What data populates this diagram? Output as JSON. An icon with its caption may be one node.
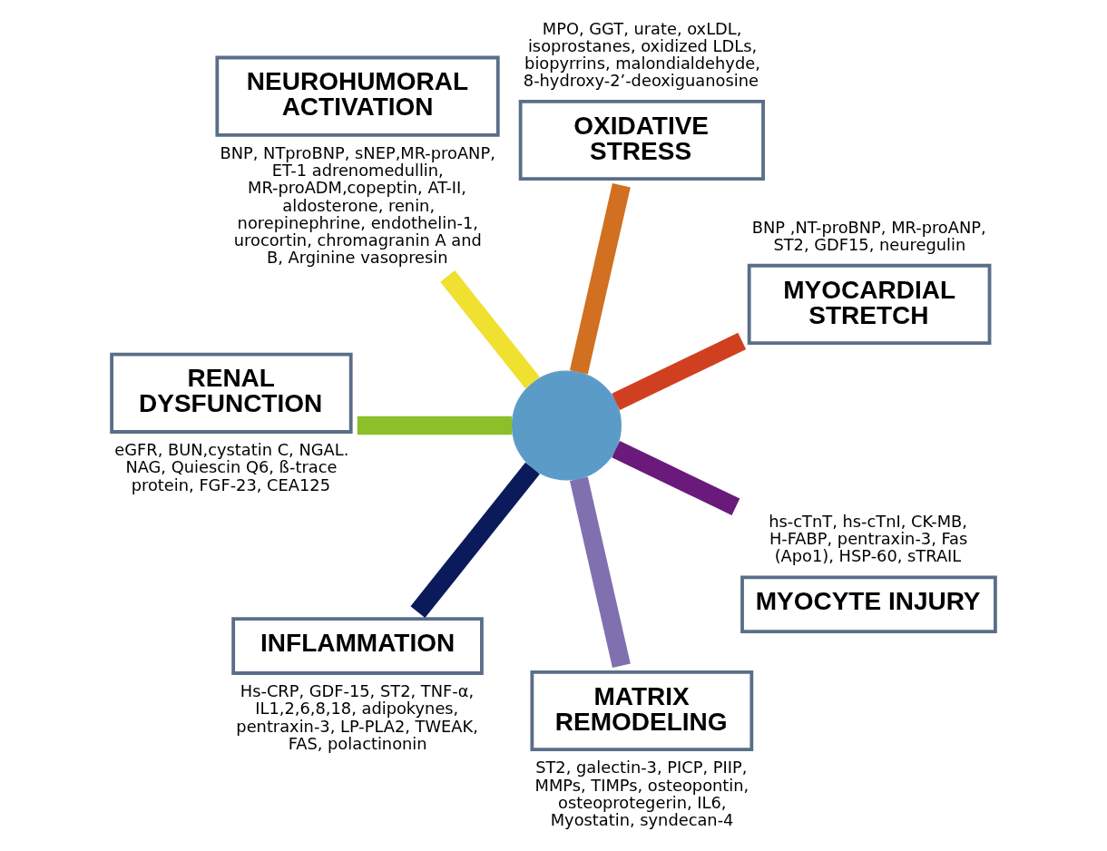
{
  "diagram": {
    "nodes": [
      {
        "text": [
          "MYOCARDIAL STRETCH"
        ],
        "beside": [
          "BNP ,NT-proBNP, MR-proANP, ST2, GDF15, neuregulin"
        ]
      },
      {
        "text": [
          "OXIDATIVE STRESS"
        ],
        "beside": [
          "MPO, GGT, urate, oxLDL, isoprostanes, oxidized LDLs, biopyrrins, malondialdehyde, 8-hydroxy-2’-deoxiguanosine"
        ]
      },
      {
        "text": [
          "MYOCYTE INJURY"
        ],
        "beside": [
          "hs-cTnT, hs-cTnI, CK-MB, H-FABP, pentraxin-3, Fas (Apo1), HSP-60, sTRAIL"
        ]
      },
      {
        "text": [],
        "shape": "circle"
      },
      {
        "text": [
          "MATRIX REMODELING"
        ],
        "beside": [
          "ST2, galectin-3, PICP, PIIP, MMPs, TIMPs, osteopontin, osteoprotegerin, IL6, Myostatin, syndecan-4"
        ]
      },
      {
        "text": [
          "NEUROHUMORAL ACTIVATION"
        ],
        "beside": [
          "BNP, NTproBNP, sNEP,MR-proANP, ET-1 adrenomedullin, MR-proADM,copeptin, AT-II, aldosterone, renin, norepinephrine, endothelin-1, urocortin, chromagranin A and B, Arginine vasopresin"
        ]
      },
      {
        "text": [
          "INFLAMMATION"
        ],
        "beside": [
          "Hs-CRP, GDF-15, ST2, TNF-α, IL1,2,6,8,18, adipokynes, pentraxin-3, LP-PLA2, TWEAK, FAS, polactinonin"
        ]
      },
      {
        "text": [
          "RENAL DYSFUNCTION"
        ],
        "beside": [
          "eGFR, BUN,cystatin C, NGAL. NAG, Quiescin Q6, ß-trace protein, FGF-23, CEA125"
        ]
      }
    ],
    "edges": [
      {
        "from": 3,
        "to": 0,
        "arrow": "none",
        "color": "#d04020"
      },
      {
        "from": 3,
        "to": 2,
        "arrow": "none",
        "color": "#6a1a7a"
      },
      {
        "from": 3,
        "to": 4,
        "arrow": "none",
        "color": "#8070b0"
      },
      {
        "from": 3,
        "to": 6,
        "arrow": "none",
        "color": "#0a1a5a"
      },
      {
        "from": 3,
        "to": 7,
        "arrow": "none",
        "color": "#8cbf2a"
      },
      {
        "from": 3,
        "to": 5,
        "arrow": "none",
        "color": "#f0e030"
      },
      {
        "from": 3,
        "to": 1,
        "arrow": "none",
        "color": "#d07020"
      }
    ]
  }
}
